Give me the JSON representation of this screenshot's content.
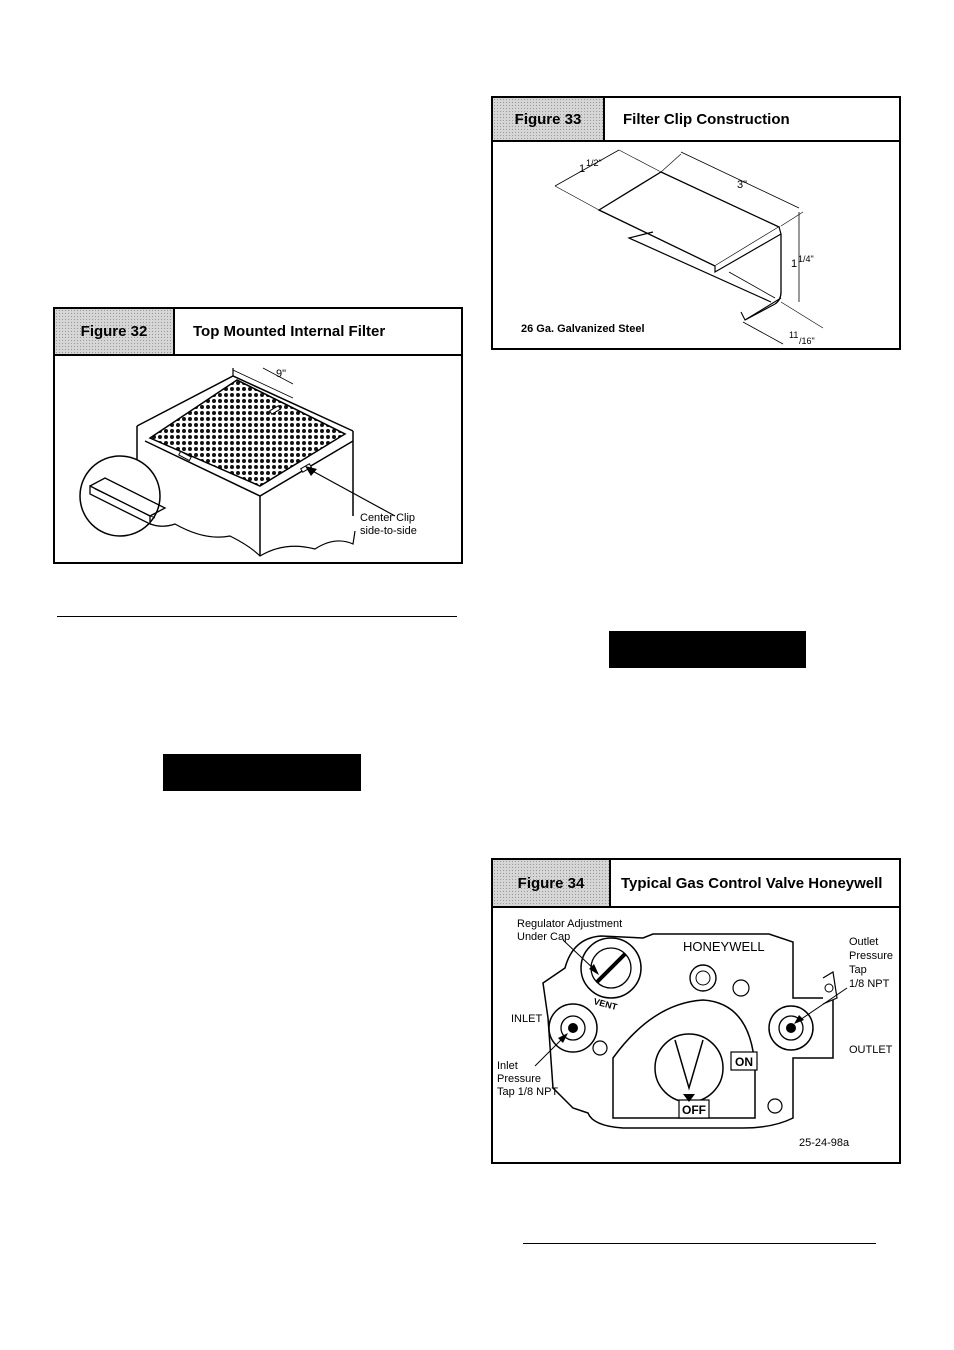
{
  "figure32": {
    "number": "Figure 32",
    "title": "Top Mounted Internal Filter",
    "dimension": "9\"",
    "callout_line1": "Center  Clip",
    "callout_line2": "side-to-side"
  },
  "figure33": {
    "number": "Figure 33",
    "title": "Filter Clip Construction",
    "dim_width_whole": "1",
    "dim_width_frac": "1/2\"",
    "dim_length": "3\"",
    "dim_height_whole": "1",
    "dim_height_frac": "1/4\"",
    "dim_lip_whole": "11",
    "dim_lip_frac": "/16\"",
    "material": "26 Ga. Galvanized  Steel"
  },
  "figure34": {
    "number": "Figure 34",
    "title": "Typical Gas Control Valve Honeywell",
    "brand": "HONEYWELL",
    "regulator_line1": "Regulator Adjustment",
    "regulator_line2": "Under Cap",
    "vent": "VENT",
    "inlet": "INLET",
    "inlet_tap_line1": "Inlet",
    "inlet_tap_line2": "Pressure",
    "inlet_tap_line3": "Tap 1/8 NPT",
    "outlet_tap_line1": "Outlet",
    "outlet_tap_line2": "Pressure",
    "outlet_tap_line3": "Tap",
    "outlet_tap_line4": "1/8 NPT",
    "outlet": "OUTLET",
    "on": "ON",
    "off": "OFF",
    "part_code": "25-24-98a"
  }
}
